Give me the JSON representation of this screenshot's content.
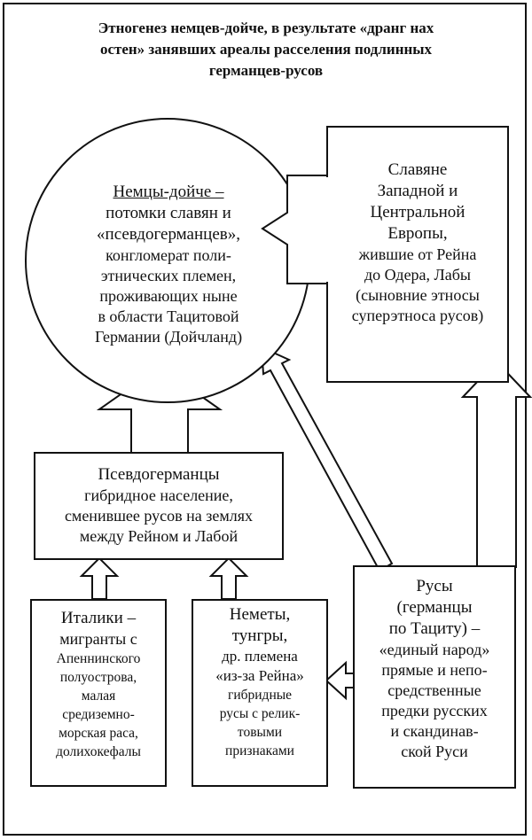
{
  "title": {
    "line1": "Этногенез немцев-дойче, в результате «дранг нах",
    "line2": "остен» занявших ареалы расселения подлинных",
    "line3": "германцев-русов"
  },
  "nemtsy": {
    "heading": "Немцы-дойче –",
    "lines": [
      "потомки славян и",
      "«псевдогерманцев»,",
      "конгломерат поли-",
      "этнических племен,",
      "проживающих  ныне",
      "в области Тацитовой",
      "Германии (Дойчланд)"
    ]
  },
  "slavyane": {
    "lines": [
      "Славяне",
      "Западной и",
      "Центральной",
      "Европы,",
      "жившие от Рейна",
      "до Одера, Лабы",
      "(сыновние этносы",
      "суперэтноса русов)"
    ]
  },
  "pseudo": {
    "lines": [
      "Псевдогерманцы",
      "гибридное население,",
      "сменившее русов на землях",
      "между Рейном и Лабой"
    ]
  },
  "italiki": {
    "lines": [
      "Италики –",
      "мигранты с",
      "Апеннинского",
      "полуострова,",
      "малая",
      "средиземно-",
      "морская раса,",
      "долихокефалы"
    ]
  },
  "nemety": {
    "lines": [
      "Неметы,",
      "тунгры,",
      "др. племена",
      "«из-за Рейна»",
      "гибридные",
      "русы с релик-",
      "товыми",
      "признаками"
    ]
  },
  "rusy": {
    "lines": [
      "Русы",
      "(германцы",
      "по  Тациту) –",
      "«единый народ»",
      "прямые и непо-",
      "средственные",
      "предки русских",
      "и скандинав-",
      "ской Руси"
    ]
  }
}
